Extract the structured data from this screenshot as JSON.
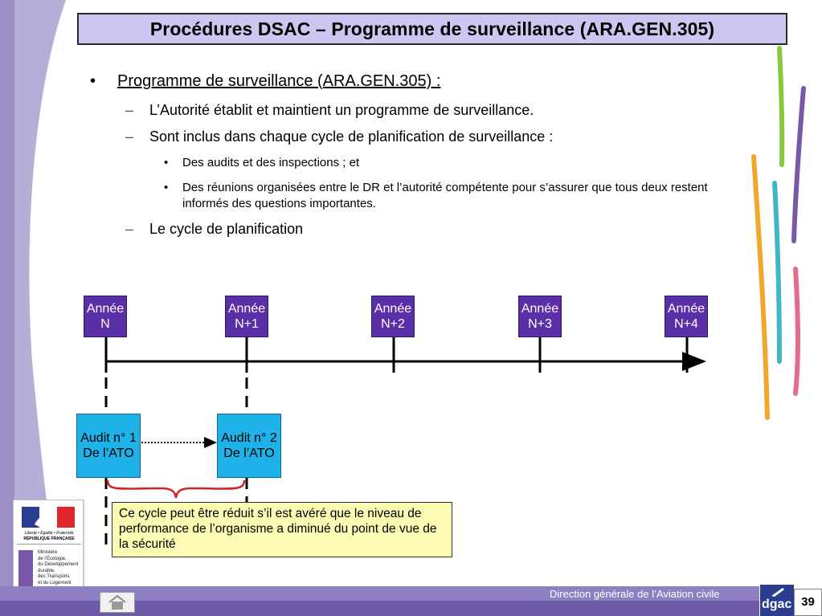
{
  "title": "Procédures DSAC – Programme de surveillance (ARA.GEN.305)",
  "bullets": {
    "main": "Programme de surveillance (ARA.GEN.305) :",
    "sub1": "L’Autorité établit et maintient un programme de surveillance.",
    "sub2": "Sont inclus dans chaque cycle de planification de surveillance :",
    "sub2_items": [
      "Des audits et des inspections ; et",
      "Des réunions organisées entre le DR et l’autorité compétente pour s’assurer que tous deux restent informés des questions importantes."
    ],
    "sub3": "Le cycle de planification"
  },
  "timeline": {
    "years": [
      {
        "line1": "Année",
        "line2": "N"
      },
      {
        "line1": "Année",
        "line2": "N+1"
      },
      {
        "line1": "Année",
        "line2": "N+2"
      },
      {
        "line1": "Année",
        "line2": "N+3"
      },
      {
        "line1": "Année",
        "line2": "N+4"
      }
    ],
    "audits": [
      {
        "line1": "Audit n° 1",
        "line2": "De l’ATO"
      },
      {
        "line1": "Audit n° 2",
        "line2": "De l’ATO"
      }
    ],
    "note": "Ce cycle peut être réduit s’il est avéré que le niveau de performance de l’organisme a diminué du point de vue de la sécurité"
  },
  "logo": {
    "motto": "Liberté • Égalité • Fraternité",
    "republic": "RÉPUBLIQUE FRANÇAISE",
    "ministry_lines": [
      "Ministère",
      "de l’Écologie,",
      "du Développement",
      "durable,",
      "des Transports",
      "et du Logement"
    ]
  },
  "footer": {
    "org": "Direction générale de l’Aviation civile",
    "brand": "dgac",
    "page": "39"
  },
  "colors": {
    "title_bg": "#ccc6f0",
    "year_box": "#5b2fa8",
    "audit_box": "#1fb2e8",
    "note_bg": "#fdfbb3",
    "brace": "#d42020",
    "footer": "#6b5ba6"
  }
}
